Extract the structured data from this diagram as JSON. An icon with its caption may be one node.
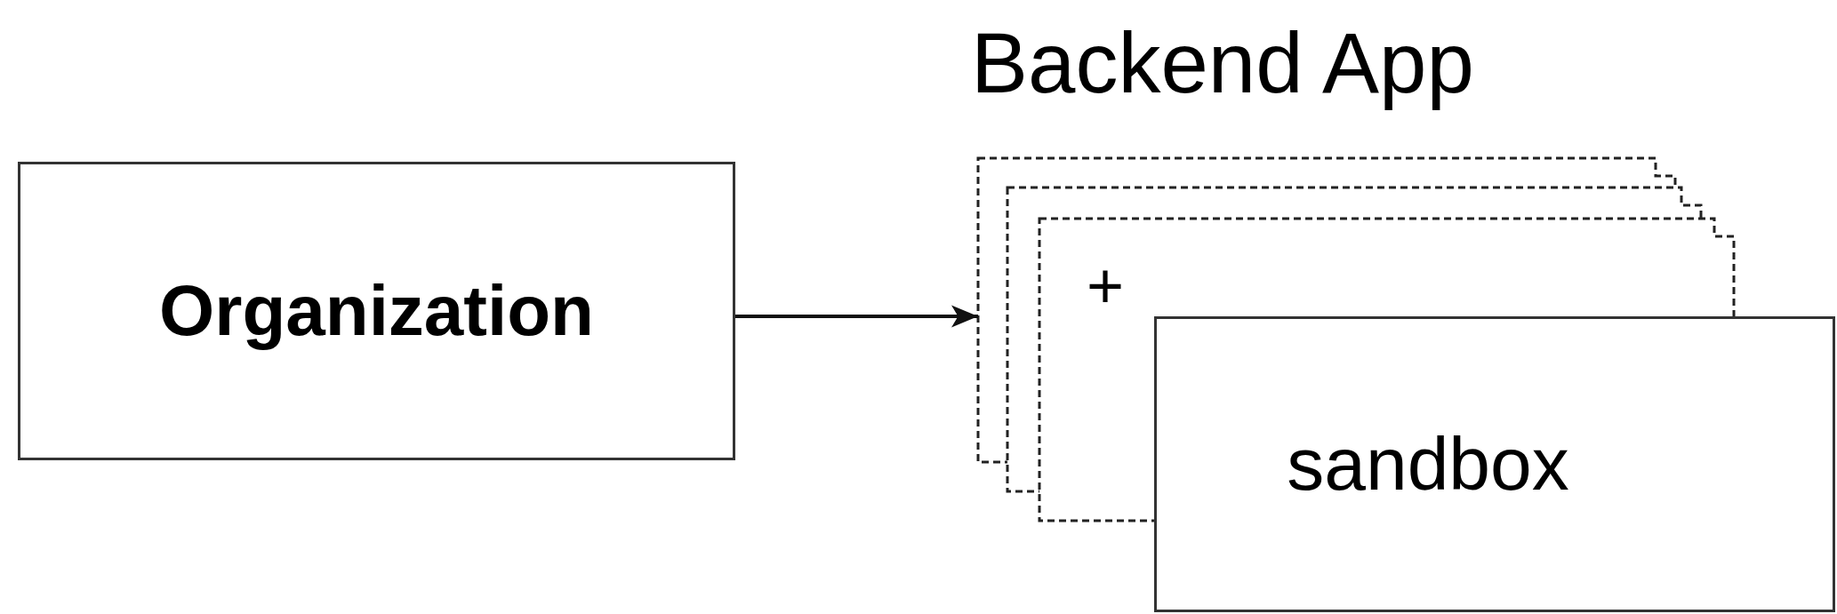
{
  "diagram": {
    "nodes": [
      {
        "text": [
          "Organization"
        ]
      },
      {
        "text": [
          "Backend App"
        ]
      },
      {
        "text": [
          "sandbox"
        ]
      }
    ],
    "edges": [
      {
        "from": 0,
        "to": 1,
        "arrow": "to"
      }
    ],
    "labels": [
      "+"
    ]
  }
}
